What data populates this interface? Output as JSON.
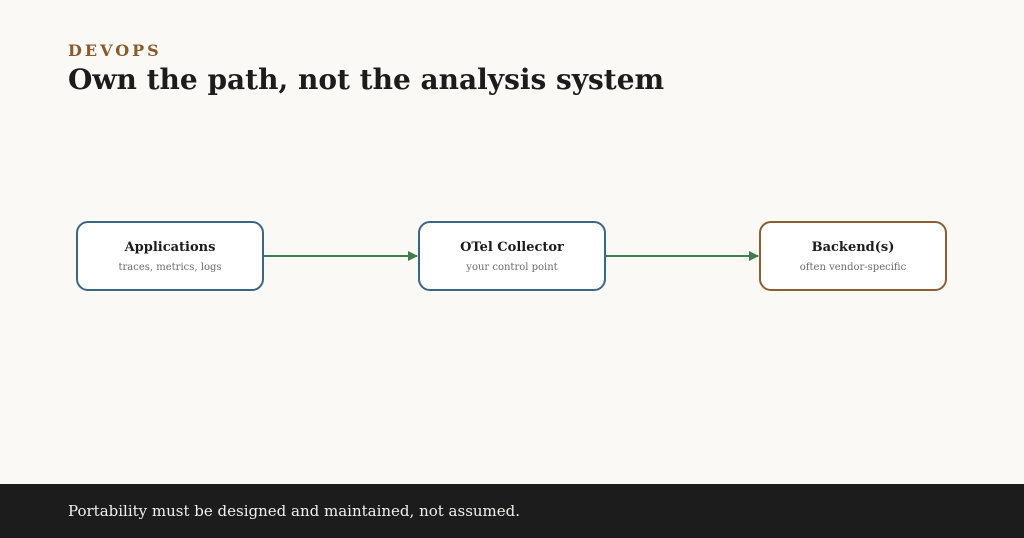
{
  "header": {
    "eyebrow": "DEVOPS",
    "title": "Own the path, not the analysis system"
  },
  "diagram": {
    "nodes": [
      {
        "title": "Applications",
        "subtitle": "traces, metrics, logs"
      },
      {
        "title": "OTel Collector",
        "subtitle": "your control point"
      },
      {
        "title": "Backend(s)",
        "subtitle": "often vendor-specific"
      }
    ],
    "edges": [
      {
        "from": "Applications",
        "to": "OTel Collector"
      },
      {
        "from": "OTel Collector",
        "to": "Backend(s)"
      }
    ],
    "colors": {
      "node_border": "#3a6588",
      "backend_border": "#8b5e34",
      "arrow": "#3f7d4a",
      "accent": "#8b5a2b"
    }
  },
  "footer": {
    "text": "Portability must be designed and maintained, not assumed."
  }
}
